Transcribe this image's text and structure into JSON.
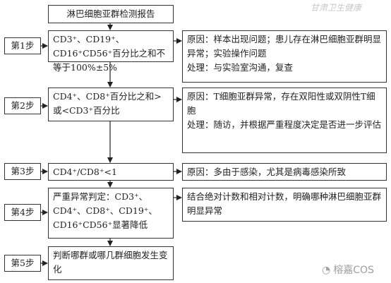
{
  "title": "淋巴细胞亚群检测报告",
  "steps": [
    {
      "label": "第1步",
      "main": "CD3⁺、CD19⁺、CD16⁺CD56⁺百分比之和不等于100%±5%",
      "note": [
        "原因：样本出现问题；患儿存在淋巴细胞亚群明显异常；实验操作问题",
        "处理：与实验室沟通，复查"
      ]
    },
    {
      "label": "第2步",
      "main": "CD4⁺、CD8⁺百分比之和>或<CD3⁺百分比",
      "note": [
        "原因：T细胞亚群异常，存在双阳性或双阴性T细胞",
        "处理：随访，并根据严重程度决定是否进一步评估"
      ]
    },
    {
      "label": "第3步",
      "main": "CD4⁺/CD8⁺<1",
      "note": [
        "原因：多由于感染，尤其是病毒感染所致"
      ]
    },
    {
      "label": "第4步",
      "main": "严重异常判定：CD3⁺、CD4⁺、CD8⁺、CD19⁺、CD16⁺CD56⁺显著降低",
      "note": [
        "结合绝对计数和相对计数，明确哪种淋巴细胞亚群明显异常"
      ]
    },
    {
      "label": "第5步",
      "main": "判断哪群或哪几群细胞发生变化",
      "note": []
    }
  ],
  "watermark_top": "甘肃卫生健康",
  "watermark_bottom": "榕嘉COS"
}
